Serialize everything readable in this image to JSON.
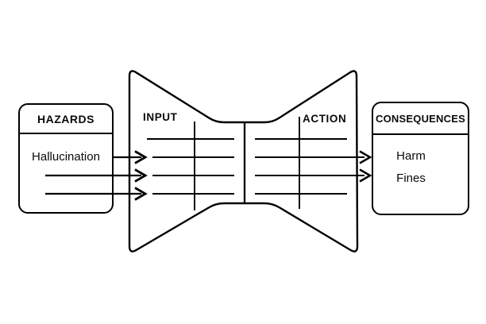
{
  "diagram": {
    "kind": "bowtie-risk-diagram",
    "colors": {
      "stroke": "#000000",
      "background": "#ffffff",
      "text": "#0a0a0a"
    },
    "hazards": {
      "title": "HAZARDS",
      "items": [
        "Hallucination"
      ]
    },
    "input_label": "INPUT",
    "action_label": "ACTION",
    "consequences": {
      "title": "CONSEQUENCES",
      "items": [
        "Harm",
        "Fines"
      ]
    }
  }
}
